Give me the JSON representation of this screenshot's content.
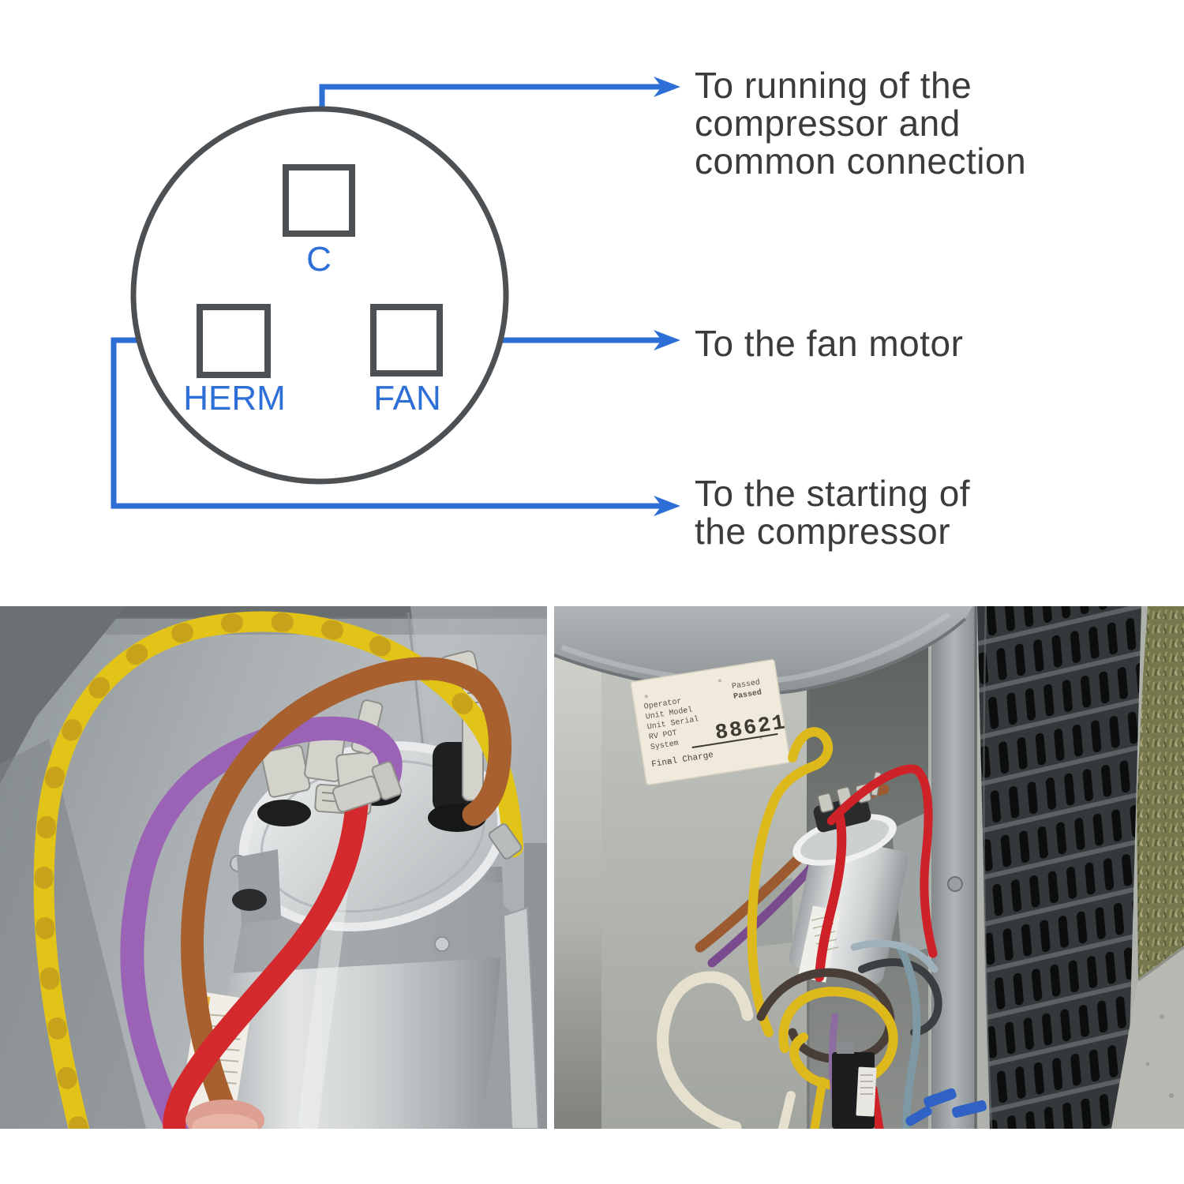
{
  "diagram": {
    "terminal_c": "C",
    "terminal_herm": "HERM",
    "terminal_fan": "FAN",
    "annotation_running": "To running of the\ncompressor and\ncommon connection",
    "annotation_fan": "To the fan motor",
    "annotation_starting": "To the starting of\nthe compressor",
    "colors": {
      "line_blue": "#2d6ed7",
      "outline_gray": "#4e5153",
      "text_dark": "#3b3b3d"
    }
  },
  "photos": {
    "left": {
      "wire_colors": {
        "yellow": "#e2c318",
        "purple": "#9a63b5",
        "brown": "#a8602f",
        "red": "#d42a2e"
      }
    },
    "right": {
      "sticker": {
        "field_lines": [
          "Operator",
          "Unit Model",
          "Unit Serial",
          "RV POT",
          "System"
        ],
        "status_lines": [
          "Passed",
          "Passed"
        ],
        "serial_number": "88621",
        "charge_label": "Final Charge"
      },
      "wire_colors": {
        "yellow": "#ddb91c",
        "red": "#cf2128",
        "brown": "#9c5a30",
        "white": "#e6e0ce",
        "blue_connector": "#2f62c4"
      }
    }
  }
}
